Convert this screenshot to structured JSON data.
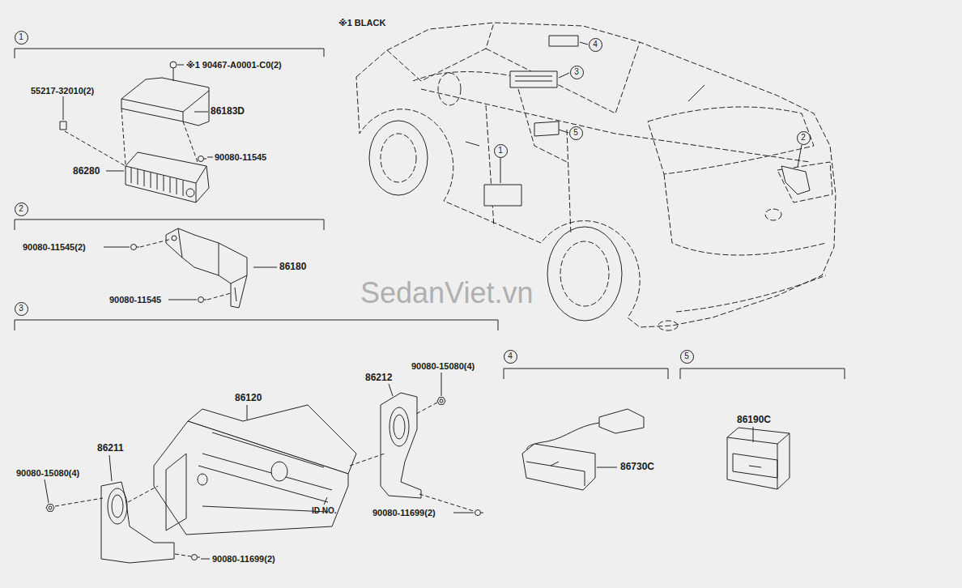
{
  "diagram": {
    "nodes": [
      {
        "text": [
          "1"
        ]
      },
      {
        "text": [
          "4"
        ]
      },
      {
        "text": [
          "3"
        ]
      },
      {
        "text": [
          "5"
        ]
      },
      {
        "text": [
          "2"
        ]
      },
      {
        "text": [
          "1"
        ]
      },
      {
        "text": [
          "2"
        ]
      },
      {
        "text": [
          "3"
        ]
      },
      {
        "text": [
          "4"
        ]
      },
      {
        "text": [
          "5"
        ]
      }
    ],
    "labels": [
      "※1 BLACK",
      "※1 90467-A0001-C0(2)",
      "55217-32010(2)",
      "86183D",
      "86280",
      "90080-11545",
      "90080-11545(2)",
      "86180",
      "90080-11545",
      "90080-15080(4)",
      "86212",
      "86120",
      "86211",
      "90080-15080(4)",
      "ID NO.",
      "90080-11699(2)",
      "90080-11699(2)",
      "86730C",
      "86190C",
      "SedanViet.vn"
    ]
  }
}
